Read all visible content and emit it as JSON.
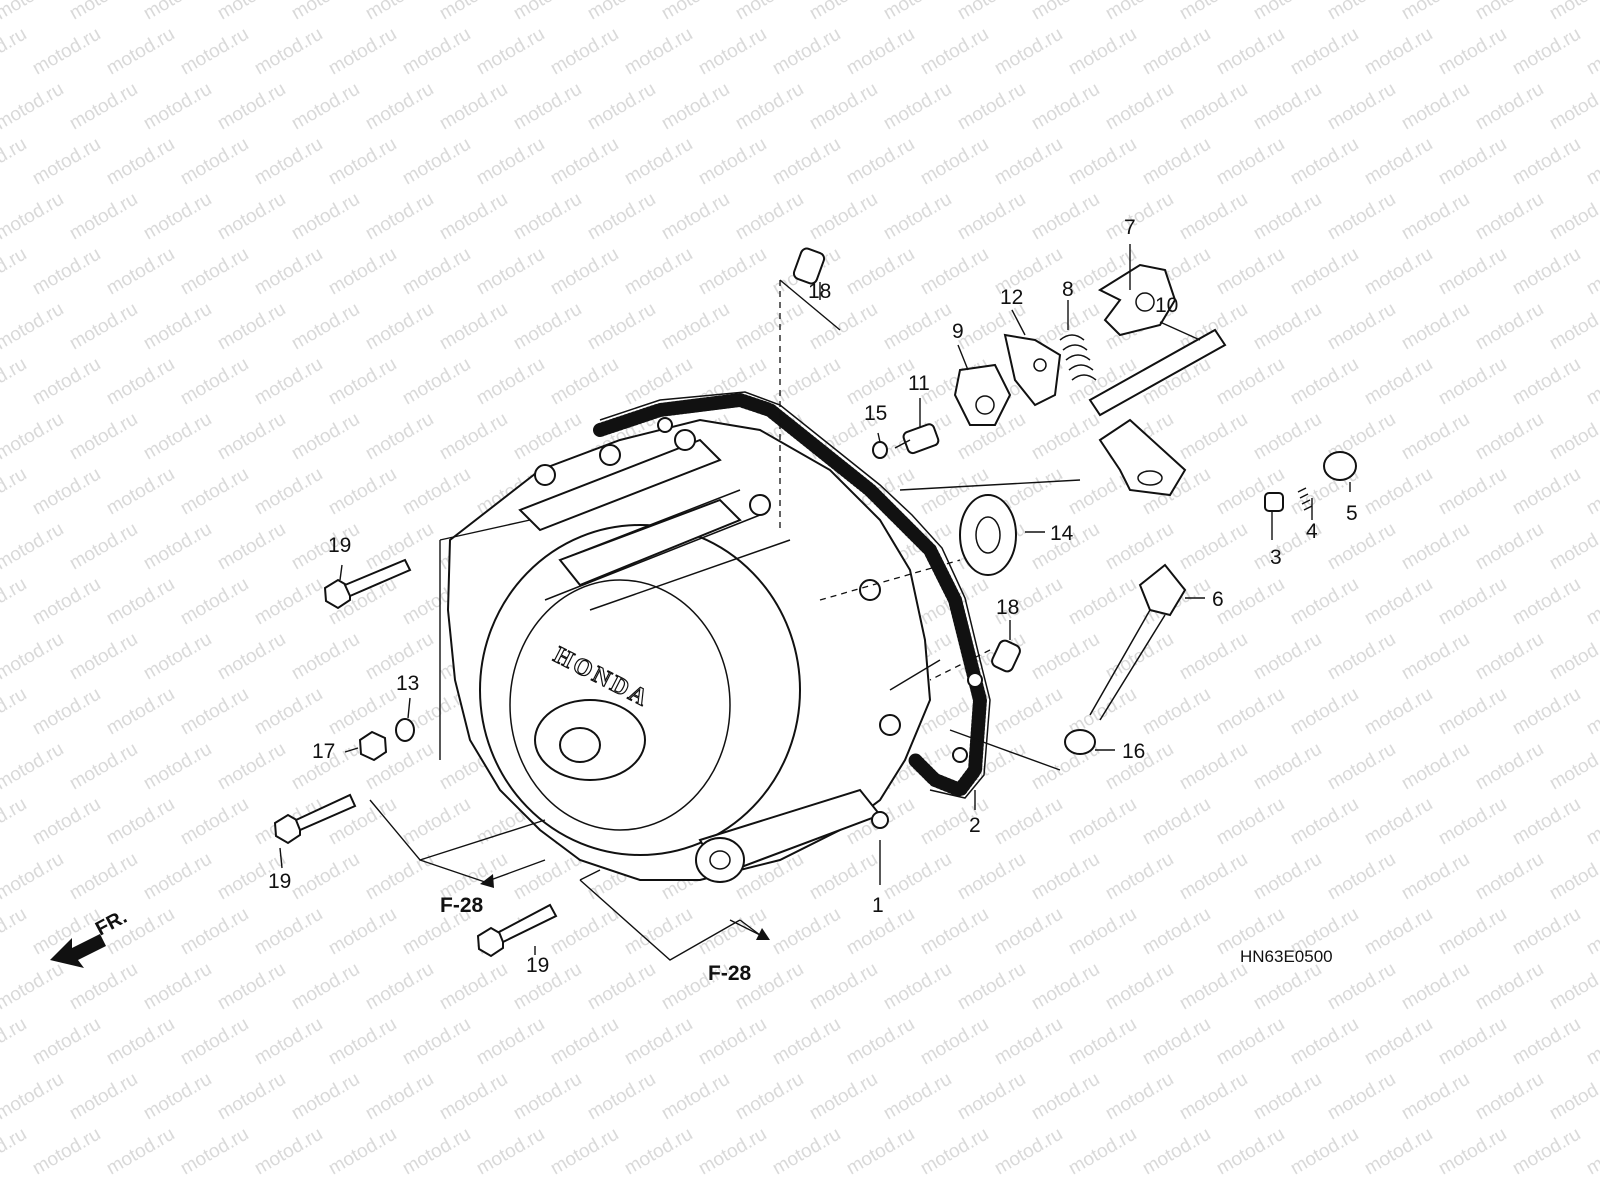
{
  "watermark": "motod.ru",
  "diagram_code": "HN63E0500",
  "front_label": "FR.",
  "cover_logo": "HONDA",
  "callouts": [
    {
      "id": "c1",
      "label": "1"
    },
    {
      "id": "c2",
      "label": "2"
    },
    {
      "id": "c3",
      "label": "3"
    },
    {
      "id": "c4",
      "label": "4"
    },
    {
      "id": "c5",
      "label": "5"
    },
    {
      "id": "c6",
      "label": "6"
    },
    {
      "id": "c7",
      "label": "7"
    },
    {
      "id": "c8",
      "label": "8"
    },
    {
      "id": "c9",
      "label": "9"
    },
    {
      "id": "c10",
      "label": "10"
    },
    {
      "id": "c11",
      "label": "11"
    },
    {
      "id": "c12",
      "label": "12"
    },
    {
      "id": "c13",
      "label": "13"
    },
    {
      "id": "c14",
      "label": "14"
    },
    {
      "id": "c15",
      "label": "15"
    },
    {
      "id": "c16",
      "label": "16"
    },
    {
      "id": "c17",
      "label": "17"
    },
    {
      "id": "c18a",
      "label": "18"
    },
    {
      "id": "c18b",
      "label": "18"
    },
    {
      "id": "c19a",
      "label": "19"
    },
    {
      "id": "c19b",
      "label": "19"
    },
    {
      "id": "c19c",
      "label": "19"
    }
  ],
  "references": [
    {
      "id": "r1",
      "label": "F-28"
    },
    {
      "id": "r2",
      "label": "F-28"
    }
  ]
}
